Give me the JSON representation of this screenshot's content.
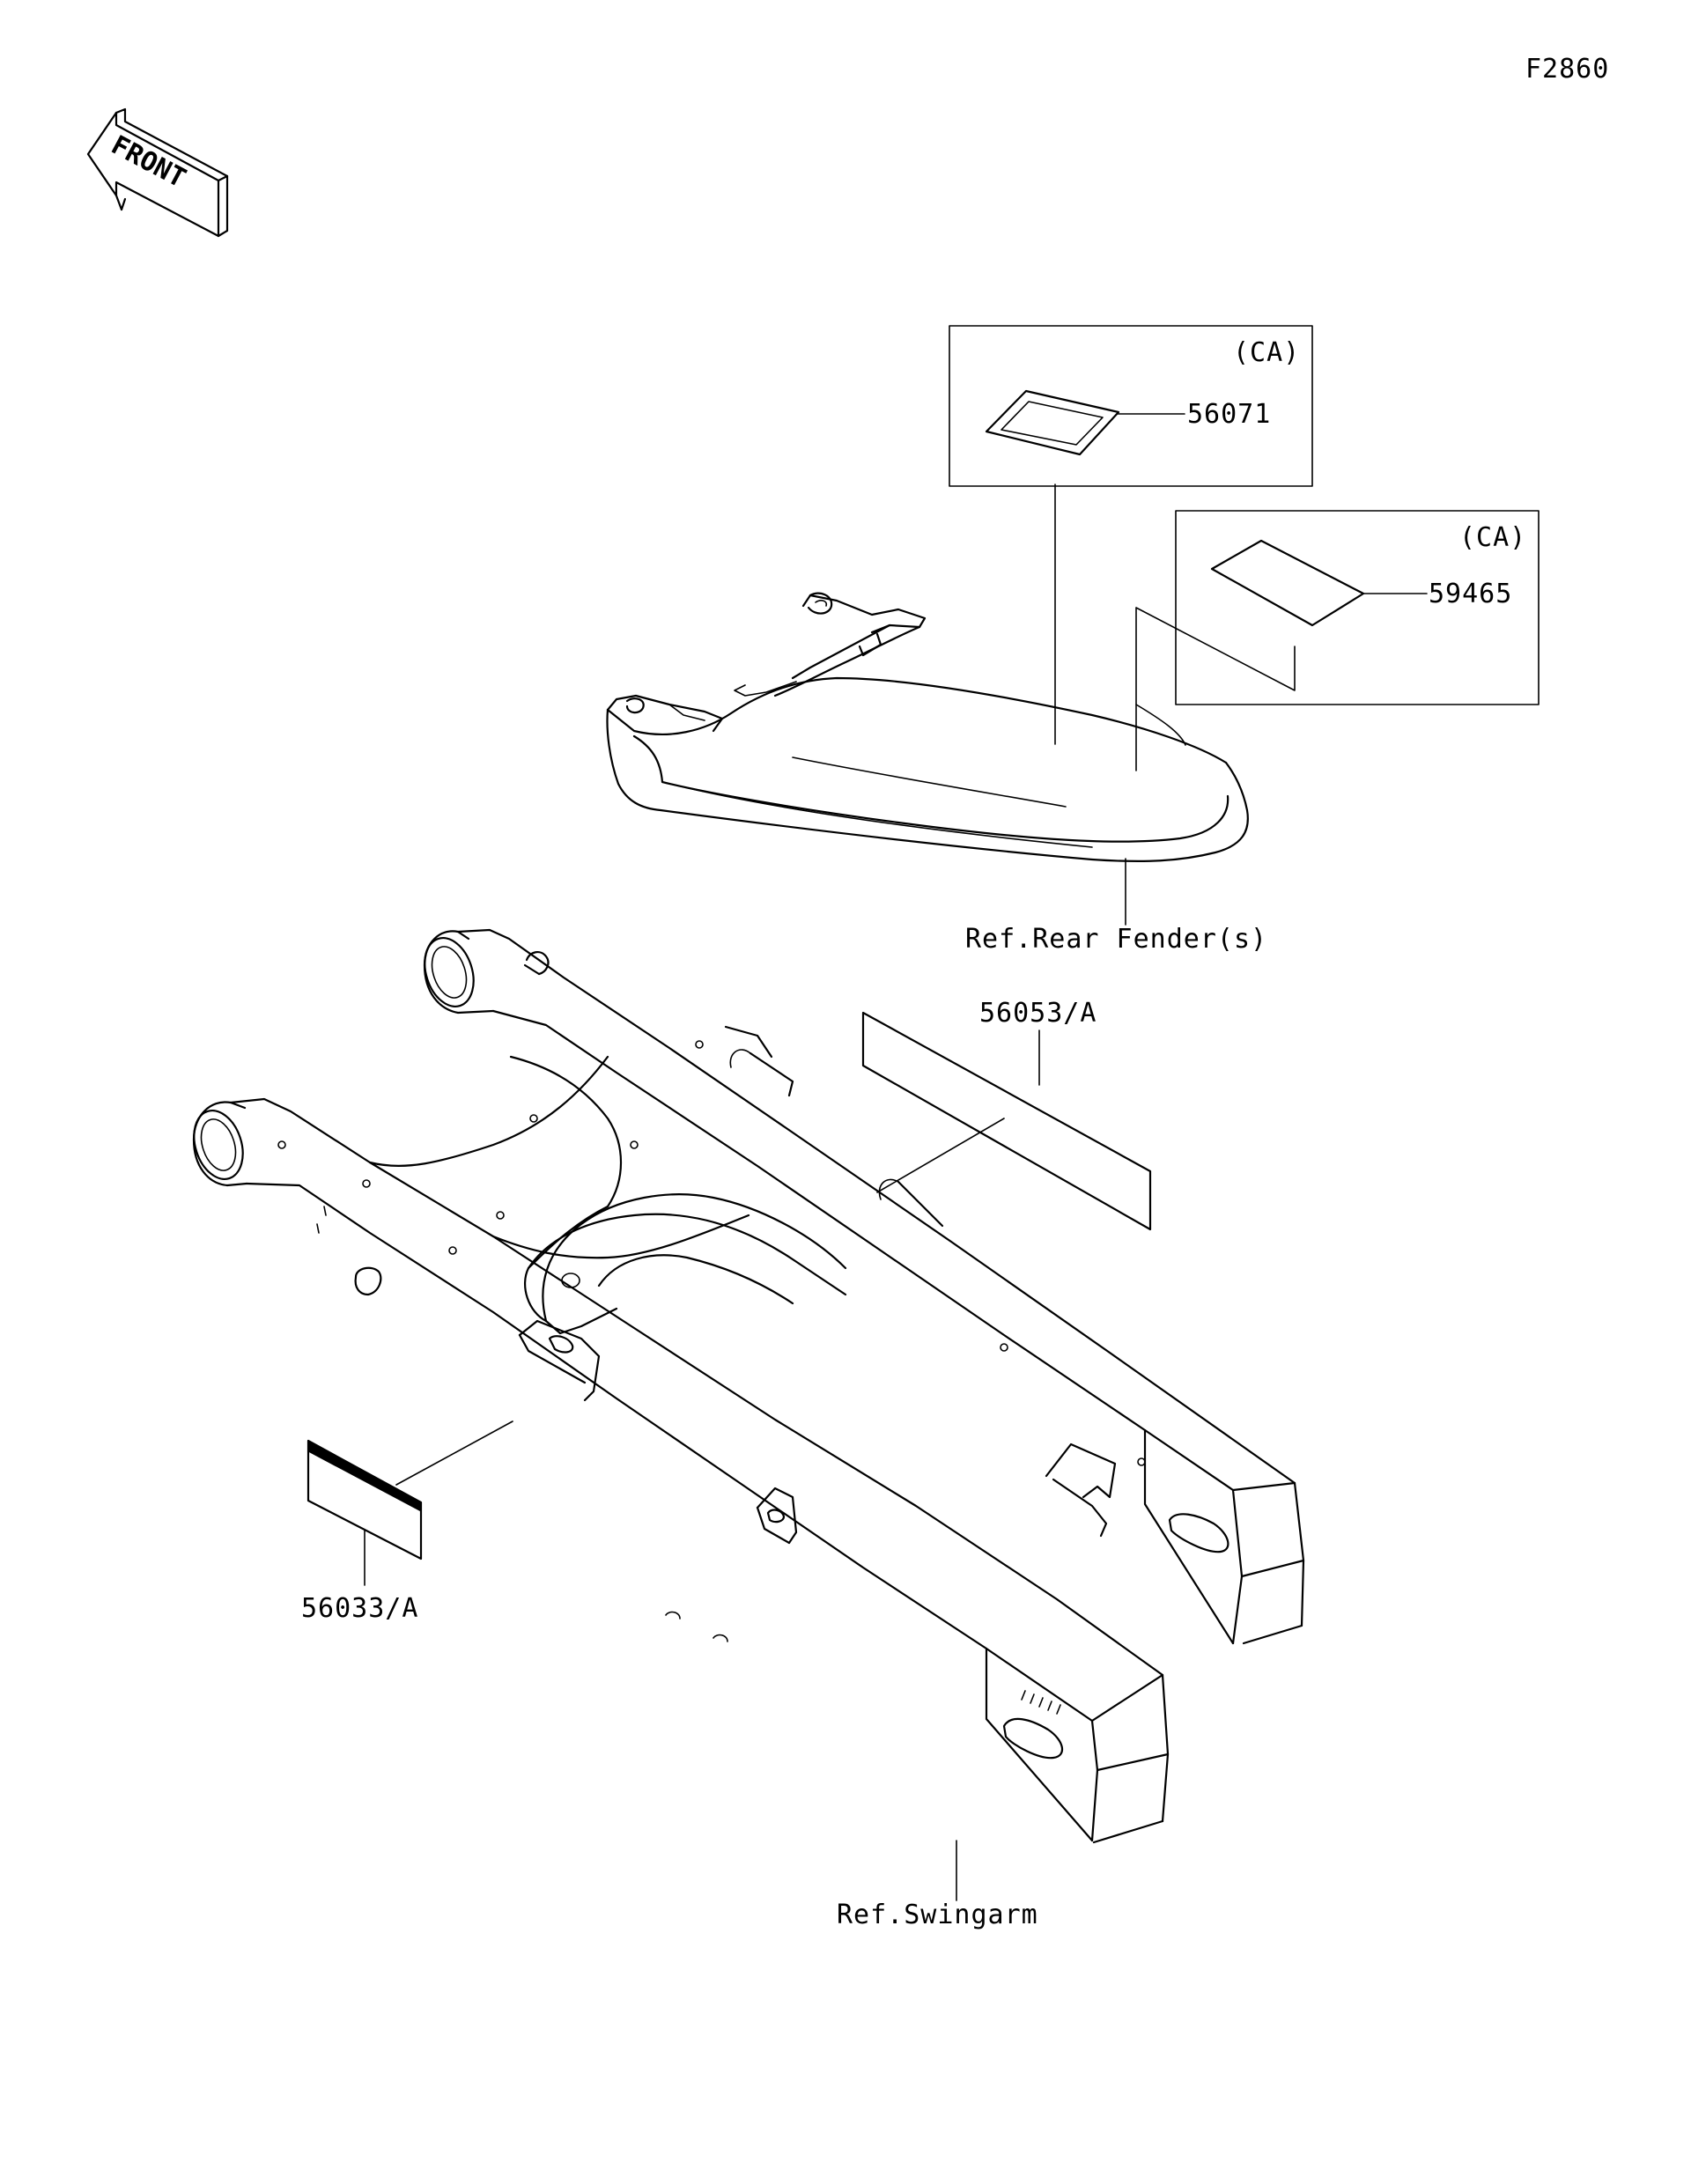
{
  "figure_code": "F2860",
  "front_arrow": {
    "label": "FRONT",
    "icon": "front-direction-arrow-icon"
  },
  "callouts": {
    "p56071": {
      "part_number": "56071",
      "region": "(CA)"
    },
    "p59465": {
      "part_number": "59465",
      "region": "(CA)"
    },
    "p56053": {
      "part_number": "56053/A"
    },
    "p56033": {
      "part_number": "56033/A"
    }
  },
  "references": {
    "rear_fender": "Ref.Rear Fender(s)",
    "swingarm": "Ref.Swingarm"
  },
  "colors": {
    "ink": "#000000",
    "paper": "#ffffff"
  }
}
